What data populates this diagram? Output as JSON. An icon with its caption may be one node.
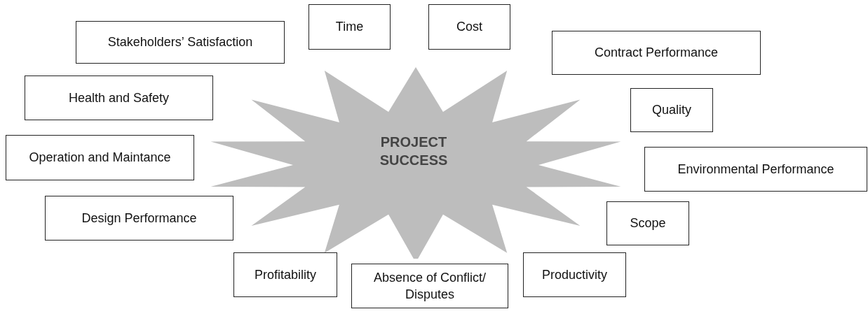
{
  "diagram": {
    "nodes": [
      {
        "text": [
          "PROJECT SUCCESS"
        ]
      },
      {
        "text": [
          "Time"
        ]
      },
      {
        "text": [
          "Cost"
        ]
      },
      {
        "text": [
          "Stakeholders’ Satisfaction"
        ]
      },
      {
        "text": [
          "Contract Performance"
        ]
      },
      {
        "text": [
          "Health and Safety"
        ]
      },
      {
        "text": [
          "Quality"
        ]
      },
      {
        "text": [
          "Operation and Maintance"
        ]
      },
      {
        "text": [
          "Environmental Performance"
        ]
      },
      {
        "text": [
          "Design Performance"
        ]
      },
      {
        "text": [
          "Scope"
        ]
      },
      {
        "text": [
          "Profitability"
        ]
      },
      {
        "text": [
          "Productivity"
        ]
      },
      {
        "text": [
          "Absence of Conflict/ Disputes"
        ]
      }
    ]
  }
}
